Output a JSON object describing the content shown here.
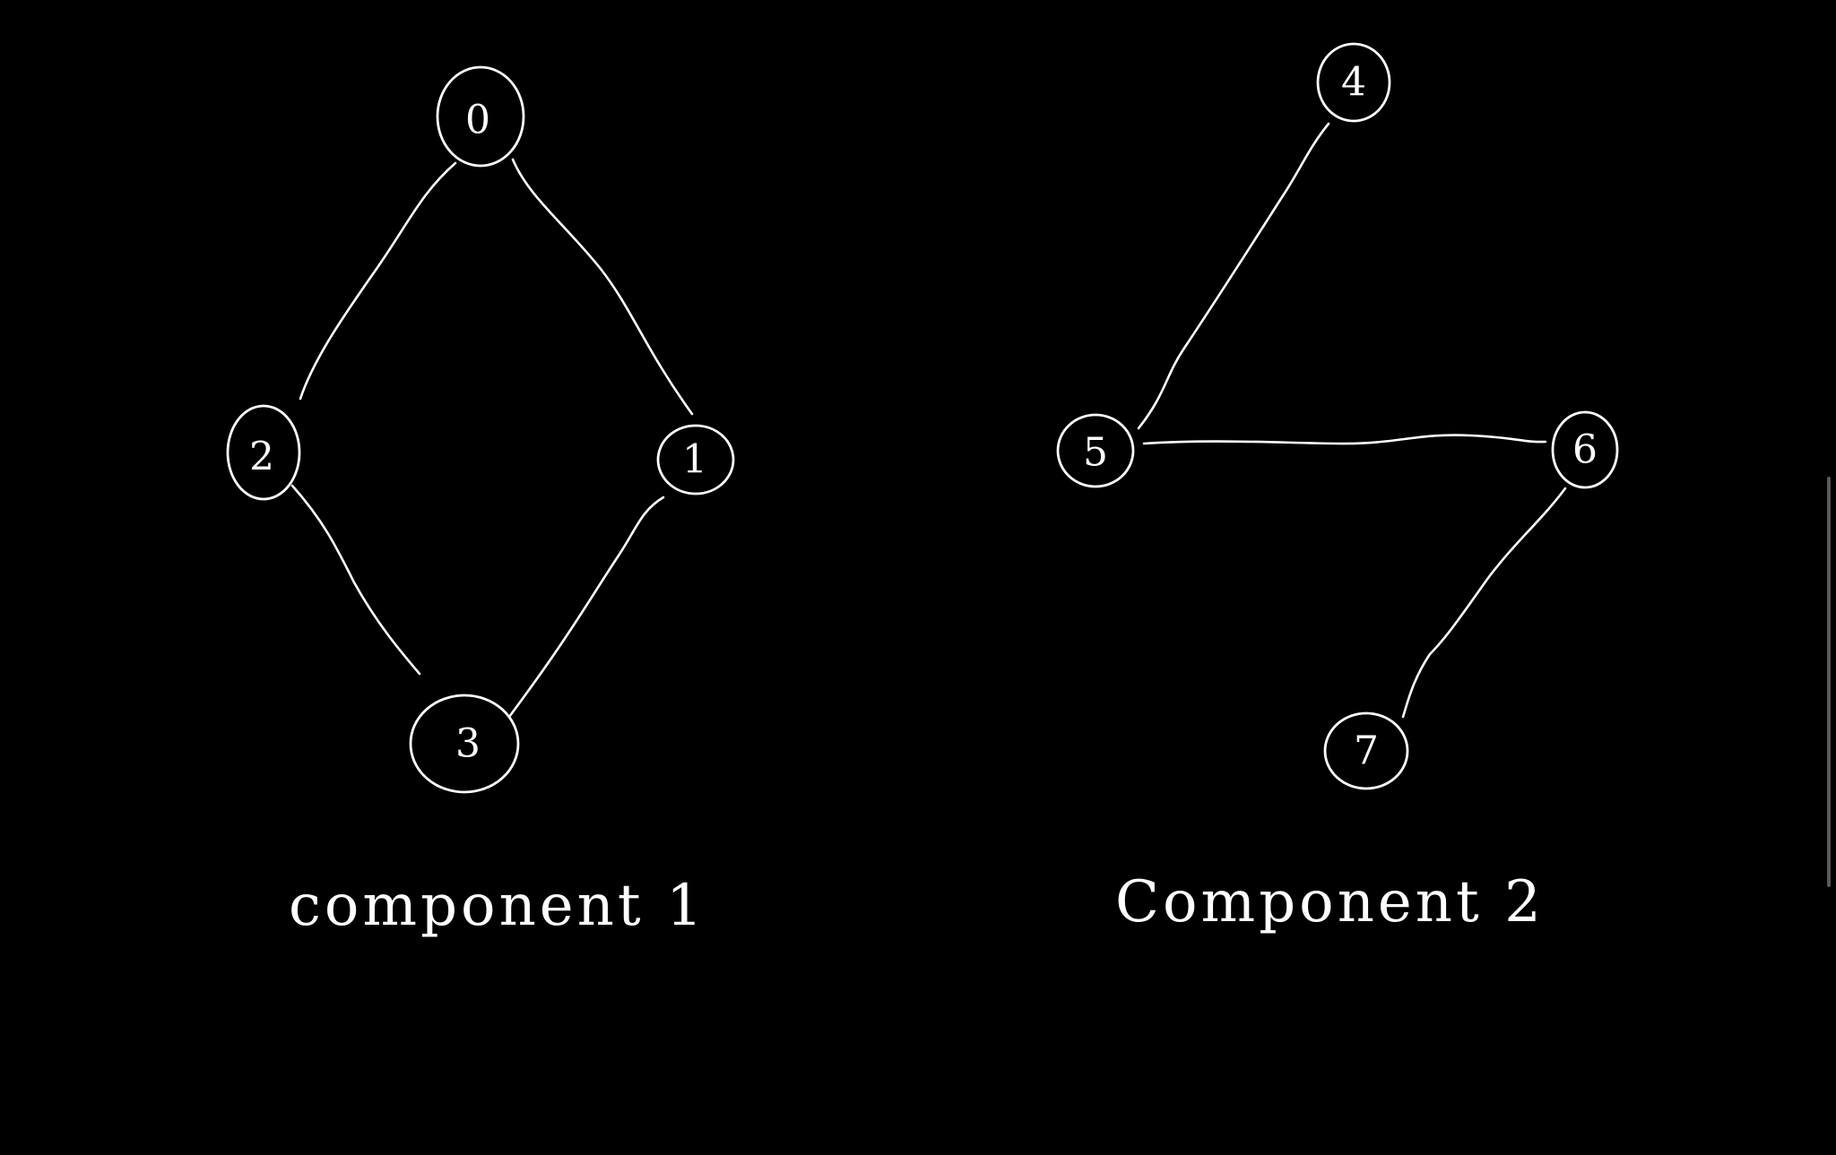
{
  "theme": {
    "background": "#000000",
    "ink": "#ffffff",
    "scrollbar": "#5a5a5a"
  },
  "diagram": {
    "nodes": [
      {
        "id": "0",
        "label": "0"
      },
      {
        "id": "1",
        "label": "1"
      },
      {
        "id": "2",
        "label": "2"
      },
      {
        "id": "3",
        "label": "3"
      },
      {
        "id": "4",
        "label": "4"
      },
      {
        "id": "5",
        "label": "5"
      },
      {
        "id": "6",
        "label": "6"
      },
      {
        "id": "7",
        "label": "7"
      }
    ],
    "edges": [
      {
        "from": "0",
        "to": "2"
      },
      {
        "from": "0",
        "to": "1"
      },
      {
        "from": "2",
        "to": "3"
      },
      {
        "from": "1",
        "to": "3"
      },
      {
        "from": "4",
        "to": "5"
      },
      {
        "from": "5",
        "to": "6"
      },
      {
        "from": "6",
        "to": "7"
      }
    ],
    "components": [
      {
        "caption": "component 1",
        "nodes": [
          "0",
          "1",
          "2",
          "3"
        ]
      },
      {
        "caption": "Component 2",
        "nodes": [
          "4",
          "5",
          "6",
          "7"
        ]
      }
    ]
  }
}
